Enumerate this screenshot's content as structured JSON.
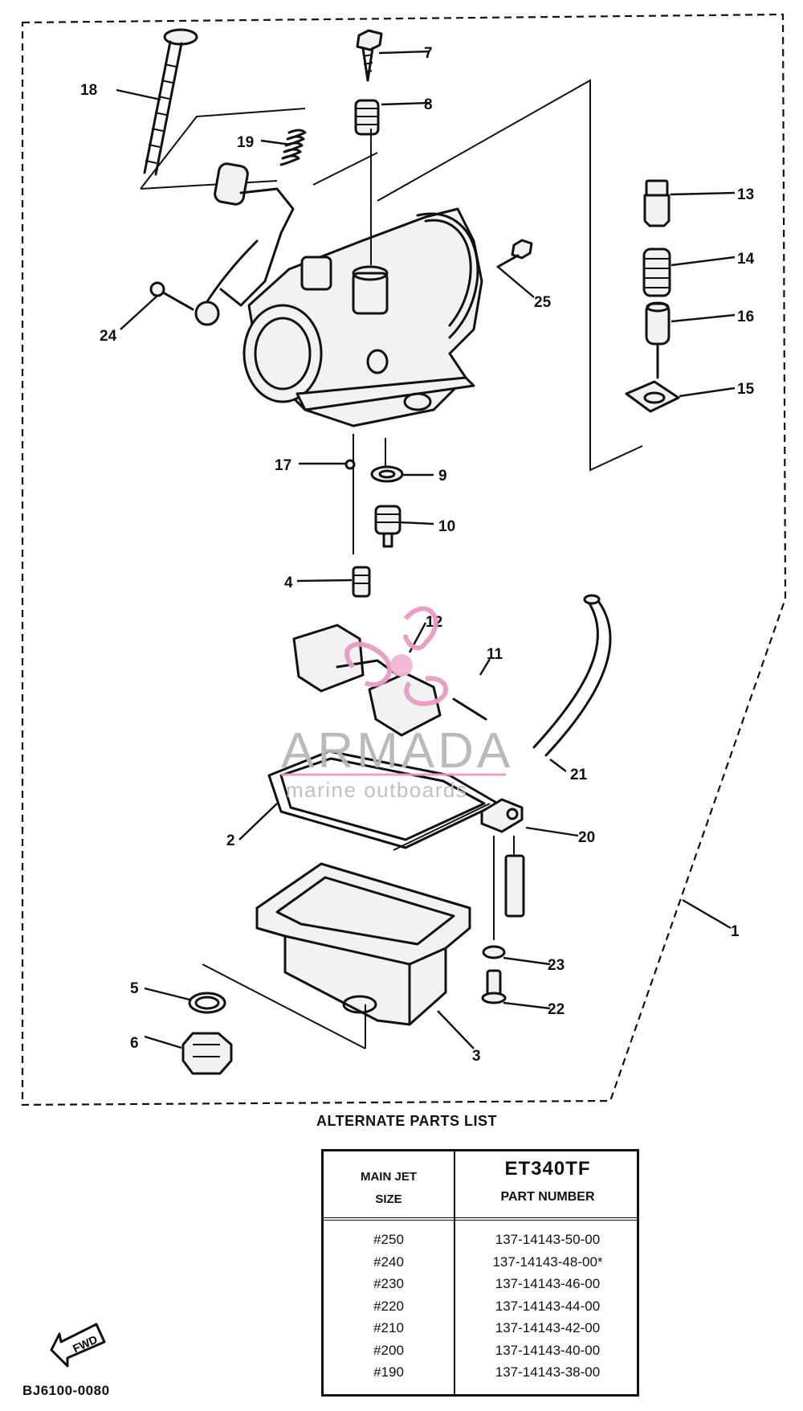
{
  "diagram": {
    "callouts": [
      "1",
      "2",
      "3",
      "4",
      "5",
      "6",
      "7",
      "8",
      "9",
      "10",
      "11",
      "12",
      "13",
      "14",
      "15",
      "16",
      "17",
      "18",
      "19",
      "20",
      "21",
      "22",
      "23",
      "24",
      "25"
    ],
    "code": "BJ6100-0080",
    "fwd_label": "FWD"
  },
  "watermark": {
    "brand": "ARMADA",
    "tagline": "marine outboards"
  },
  "alternate_parts": {
    "title": "ALTERNATE PARTS LIST",
    "col1_line1": "MAIN JET",
    "col1_line2": "SIZE",
    "model": "ET340TF",
    "col2_label": "PART NUMBER",
    "rows": [
      {
        "size": "#250",
        "part": "137-14143-50-00"
      },
      {
        "size": "#240",
        "part": "137-14143-48-00*"
      },
      {
        "size": "#230",
        "part": "137-14143-46-00"
      },
      {
        "size": "#220",
        "part": "137-14143-44-00"
      },
      {
        "size": "#210",
        "part": "137-14143-42-00"
      },
      {
        "size": "#200",
        "part": "137-14143-40-00"
      },
      {
        "size": "#190",
        "part": "137-14143-38-00"
      }
    ]
  }
}
